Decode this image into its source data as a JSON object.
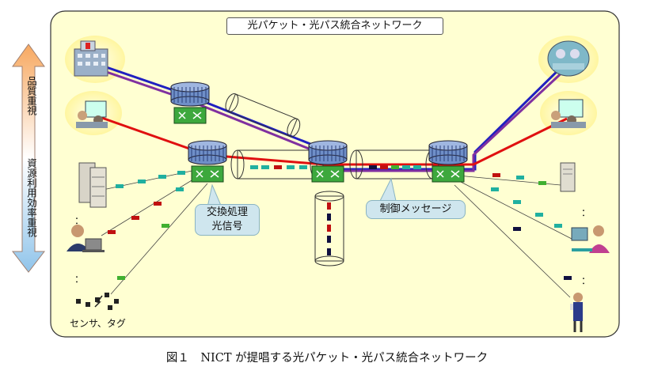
{
  "diagram": {
    "title": "光パケット・光パス統合ネットワーク",
    "axis_top": "品質重視",
    "axis_bottom": "資源利用効率重視",
    "switch_label_line1": "交換処理",
    "switch_label_line2": "光信号",
    "control_label": "制御メッセージ",
    "sensor_label": "センサ、タグ",
    "ellipsis": "："
  },
  "caption": "図１　NICT が提唱する光パケット・光パス統合ネットワーク",
  "colors": {
    "panel": "#ffffd2",
    "path_red": "#e01010",
    "path_blue": "#2020c0",
    "path_purple": "#8030a0",
    "packet_teal": "#20b0a0",
    "packet_green": "#40b030",
    "packet_red": "#c01010",
    "packet_navy": "#101040",
    "node_blue": "#6f8fc8",
    "node_green": "#3da83d",
    "arrow_orange": "#f5a050",
    "arrow_blue": "#8fc0e8"
  },
  "icons": [
    "hospital-icon",
    "video-conference-icon",
    "server-icon",
    "user-laptop-icon",
    "sensor-tag-icon",
    "surgery-icon",
    "meeting-icon",
    "pc-user-icon",
    "phone-user-icon",
    "optical-switch-icon"
  ]
}
